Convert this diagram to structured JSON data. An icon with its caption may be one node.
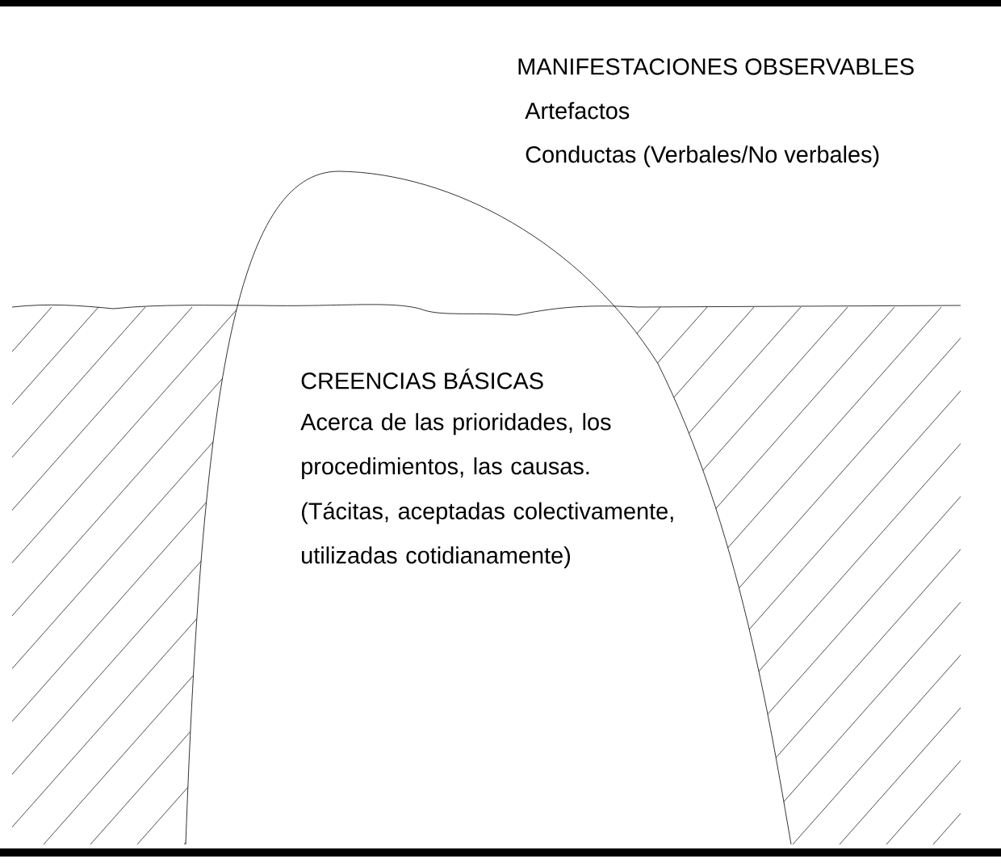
{
  "diagram": {
    "labels": [
      "MANIFESTACIONES OBSERVABLES",
      "Artefactos",
      "Conductas (Verbales/No verbales)",
      "CREENCIAS BÁSICAS",
      "Acerca de las prioridades, los procedimientos, las causas.",
      "(Tácitas, aceptadas colectivamente, utilizadas cotidianamente)"
    ]
  }
}
